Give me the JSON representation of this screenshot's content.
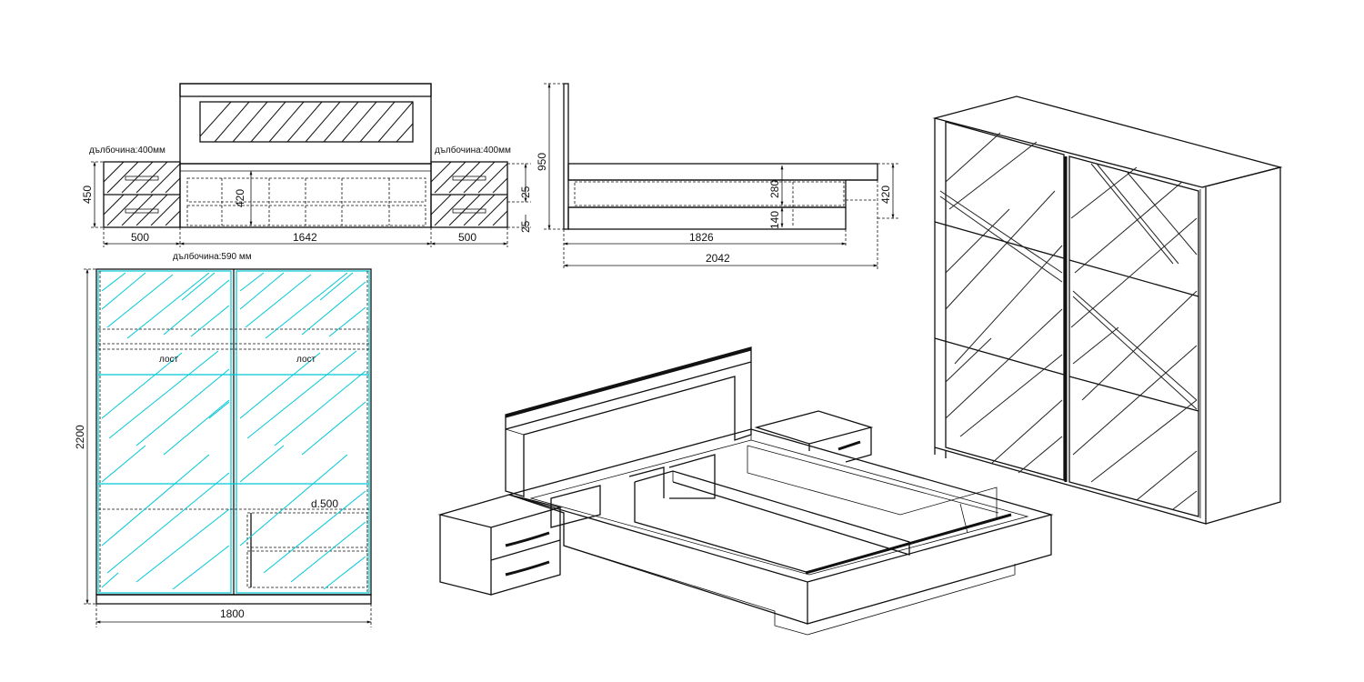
{
  "front_view": {
    "depth_left": "дълбочина:400мм",
    "depth_right": "дълбочина:400мм",
    "depth_bed": "дълбочина:590 мм",
    "dim_height_nightstand": "450",
    "dim_height_bed": "420",
    "dim_width_left": "500",
    "dim_width_bed": "1642",
    "dim_width_right": "500",
    "dim_25_top": "25",
    "dim_25_bottom": "25"
  },
  "side_view": {
    "dim_headboard_height": "950",
    "dim_upper": "280",
    "dim_lower": "140",
    "dim_height": "420",
    "dim_inner_length": "1826",
    "dim_total_length": "2042"
  },
  "wardrobe_front": {
    "rod_left": "лост",
    "rod_right": "лост",
    "drawer_depth": "d.500",
    "dim_height": "2200",
    "dim_width": "1800"
  }
}
